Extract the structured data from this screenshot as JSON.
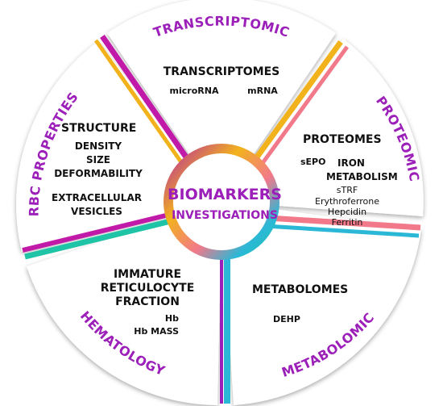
{
  "center": {
    "line1": "BIOMARKERS",
    "line2": "INVESTIGATIONS"
  },
  "sectors": {
    "transcriptomic": {
      "label": "TRANSCRIPTOMIC",
      "heading": "TRANSCRIPTOMES",
      "items": [
        "microRNA",
        "mRNA"
      ]
    },
    "proteomic": {
      "label": "PROTEOMIC",
      "heading": "PROTEOMES",
      "items": [
        "sEPO",
        "IRON",
        "METABOLISM",
        "sTRF",
        "Erythroferrone",
        "Hepcidin",
        "Ferritin"
      ]
    },
    "metabolomic": {
      "label": "METABOLOMIC",
      "heading": "METABOLOMES",
      "items": [
        "DEHP"
      ]
    },
    "hematology": {
      "label": "HEMATOLOGY",
      "heading_lines": [
        "IMMATURE",
        "RETICULOCYTE",
        "FRACTION"
      ],
      "items": [
        "Hb",
        "Hb MASS"
      ]
    },
    "rbc": {
      "label": "RBC PROPERTIES",
      "heading": "STRUCTURE",
      "items": [
        "DENSITY",
        "SIZE",
        "DEFORMABILITY",
        "EXTRACELLULAR",
        "VESICLES"
      ]
    }
  },
  "colors": {
    "accent_purple": "#9b1fb8",
    "magenta": "#c21aa8",
    "gold": "#f2b21c",
    "salmon": "#f2798a",
    "cyan": "#2ab8d6",
    "teal": "#1fc4a6"
  }
}
